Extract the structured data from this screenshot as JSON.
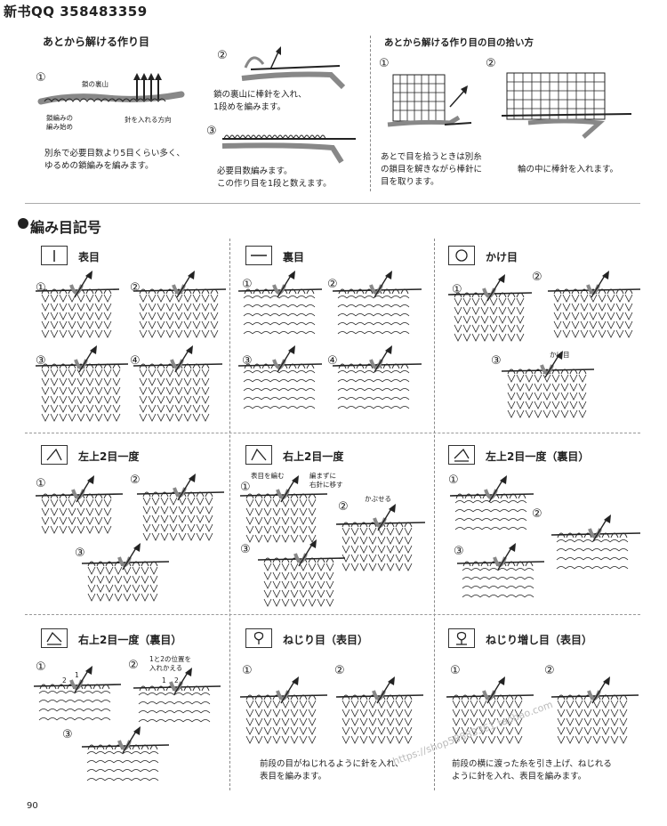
{
  "header": {
    "title": "新书QQ 358483359"
  },
  "top_left": {
    "title": "あとから解ける作り目",
    "step1_num": "①",
    "label_back": "鎖の裏山",
    "label_start": "鎖編みの\n編み始め",
    "label_direction": "針を入れる方向",
    "caption1": "別糸で必要目数より5目くらい多く、\nゆるめの鎖編みを編みます。",
    "step2_num": "②",
    "caption2": "鎖の裏山に棒針を入れ、\n1段めを編みます。",
    "step3_num": "③",
    "caption3": "必要目数編みます。\nこの作り目を1段と数えます。"
  },
  "top_right": {
    "title": "あとから解ける作り目の目の拾い方",
    "step1_num": "①",
    "step2_num": "②",
    "caption1": "あとで目を拾うときは別糸\nの鎖目を解きながら棒針に\n目を取ります。",
    "caption2": "輪の中に棒針を入れます。"
  },
  "main_title": "編み目記号",
  "cells": [
    {
      "symbol": "|",
      "name": "表目",
      "steps": [
        "①",
        "②",
        "③",
        "④"
      ]
    },
    {
      "symbol": "—",
      "name": "裏目",
      "steps": [
        "①",
        "②",
        "③",
        "④"
      ]
    },
    {
      "symbol": "○",
      "name": "かけ目",
      "steps": [
        "①",
        "②",
        "③"
      ],
      "note": "かけ目"
    },
    {
      "symbol": "⋀",
      "name": "左上2目一度",
      "steps": [
        "①",
        "②",
        "③"
      ]
    },
    {
      "symbol": "⋀",
      "name": "右上2目一度",
      "steps": [
        "①",
        "②",
        "③"
      ],
      "notes": [
        "表目を編む",
        "編まずに\n右針に移す",
        "かぶせる"
      ]
    },
    {
      "symbol": "⋀",
      "name": "左上2目一度（裏目）",
      "steps": [
        "①",
        "②",
        "③"
      ]
    },
    {
      "symbol": "⋀",
      "name": "右上2目一度（裏目）",
      "steps": [
        "①",
        "②",
        "③"
      ],
      "notes": [
        "1と2の位置を\n入れかえる",
        "2",
        "1",
        "2",
        "1"
      ]
    },
    {
      "symbol": "Q",
      "name": "ねじり目（表目）",
      "steps": [
        "①",
        "②"
      ],
      "caption": "前段の目がねじれるように針を入れ、\n表目を編みます。"
    },
    {
      "symbol": "Q",
      "name": "ねじり増し目（表目）",
      "steps": [
        "①",
        "②"
      ],
      "caption": "前段の横に渡った糸を引き上げ、ねじれる\nように針を入れ、表目を編みます。"
    }
  ],
  "watermark": "https://shop58883361.taobao.com",
  "page_number": "90",
  "colors": {
    "yarn": "#888888",
    "ink": "#222222",
    "fabric": "#ffffff"
  }
}
